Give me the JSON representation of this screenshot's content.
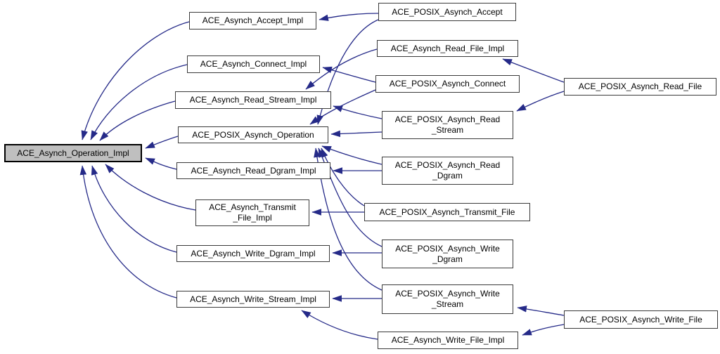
{
  "colors": {
    "edge": "#252a88",
    "node_fill": "#ffffff",
    "node_border": "#3a3a3a",
    "highlight_fill": "#bfbfbf",
    "highlight_border": "#000000",
    "background": "#ffffff"
  },
  "diagram": {
    "type": "class-inheritance-graph",
    "nodes": [
      {
        "id": "operation_impl",
        "label": "ACE_Asynch_Operation_Impl",
        "highlighted": true
      },
      {
        "id": "accept_impl",
        "label": "ACE_Asynch_Accept_Impl",
        "highlighted": false
      },
      {
        "id": "connect_impl",
        "label": "ACE_Asynch_Connect_Impl",
        "highlighted": false
      },
      {
        "id": "read_stream_impl",
        "label": "ACE_Asynch_Read_Stream_Impl",
        "highlighted": false
      },
      {
        "id": "posix_operation",
        "label": "ACE_POSIX_Asynch_Operation",
        "highlighted": false
      },
      {
        "id": "read_dgram_impl",
        "label": "ACE_Asynch_Read_Dgram_Impl",
        "highlighted": false
      },
      {
        "id": "transmit_file_impl",
        "label": "ACE_Asynch_Transmit\n_File_Impl",
        "highlighted": false
      },
      {
        "id": "write_dgram_impl",
        "label": "ACE_Asynch_Write_Dgram_Impl",
        "highlighted": false
      },
      {
        "id": "write_stream_impl",
        "label": "ACE_Asynch_Write_Stream_Impl",
        "highlighted": false
      },
      {
        "id": "posix_accept",
        "label": "ACE_POSIX_Asynch_Accept",
        "highlighted": false
      },
      {
        "id": "read_file_impl",
        "label": "ACE_Asynch_Read_File_Impl",
        "highlighted": false
      },
      {
        "id": "posix_connect",
        "label": "ACE_POSIX_Asynch_Connect",
        "highlighted": false
      },
      {
        "id": "posix_read_stream",
        "label": "ACE_POSIX_Asynch_Read\n_Stream",
        "highlighted": false
      },
      {
        "id": "posix_read_dgram",
        "label": "ACE_POSIX_Asynch_Read\n_Dgram",
        "highlighted": false
      },
      {
        "id": "posix_transmit_file",
        "label": "ACE_POSIX_Asynch_Transmit_File",
        "highlighted": false
      },
      {
        "id": "posix_write_dgram",
        "label": "ACE_POSIX_Asynch_Write\n_Dgram",
        "highlighted": false
      },
      {
        "id": "posix_write_stream",
        "label": "ACE_POSIX_Asynch_Write\n_Stream",
        "highlighted": false
      },
      {
        "id": "write_file_impl",
        "label": "ACE_Asynch_Write_File_Impl",
        "highlighted": false
      },
      {
        "id": "posix_read_file",
        "label": "ACE_POSIX_Asynch_Read_File",
        "highlighted": false
      },
      {
        "id": "posix_write_file",
        "label": "ACE_POSIX_Asynch_Write_File",
        "highlighted": false
      }
    ],
    "edges": [
      {
        "from": "accept_impl",
        "to": "operation_impl"
      },
      {
        "from": "connect_impl",
        "to": "operation_impl"
      },
      {
        "from": "read_stream_impl",
        "to": "operation_impl"
      },
      {
        "from": "posix_operation",
        "to": "operation_impl"
      },
      {
        "from": "read_dgram_impl",
        "to": "operation_impl"
      },
      {
        "from": "transmit_file_impl",
        "to": "operation_impl"
      },
      {
        "from": "write_dgram_impl",
        "to": "operation_impl"
      },
      {
        "from": "write_stream_impl",
        "to": "operation_impl"
      },
      {
        "from": "read_file_impl",
        "to": "read_stream_impl"
      },
      {
        "from": "write_file_impl",
        "to": "write_stream_impl"
      },
      {
        "from": "posix_accept",
        "to": "accept_impl"
      },
      {
        "from": "posix_accept",
        "to": "posix_operation"
      },
      {
        "from": "posix_connect",
        "to": "connect_impl"
      },
      {
        "from": "posix_connect",
        "to": "posix_operation"
      },
      {
        "from": "posix_read_stream",
        "to": "read_stream_impl"
      },
      {
        "from": "posix_read_stream",
        "to": "posix_operation"
      },
      {
        "from": "posix_read_dgram",
        "to": "read_dgram_impl"
      },
      {
        "from": "posix_read_dgram",
        "to": "posix_operation"
      },
      {
        "from": "posix_transmit_file",
        "to": "transmit_file_impl"
      },
      {
        "from": "posix_transmit_file",
        "to": "posix_operation"
      },
      {
        "from": "posix_write_dgram",
        "to": "write_dgram_impl"
      },
      {
        "from": "posix_write_dgram",
        "to": "posix_operation"
      },
      {
        "from": "posix_write_stream",
        "to": "write_stream_impl"
      },
      {
        "from": "posix_write_stream",
        "to": "posix_operation"
      },
      {
        "from": "posix_read_file",
        "to": "read_file_impl"
      },
      {
        "from": "posix_read_file",
        "to": "posix_read_stream"
      },
      {
        "from": "posix_write_file",
        "to": "posix_write_stream"
      },
      {
        "from": "posix_write_file",
        "to": "write_file_impl"
      }
    ]
  }
}
